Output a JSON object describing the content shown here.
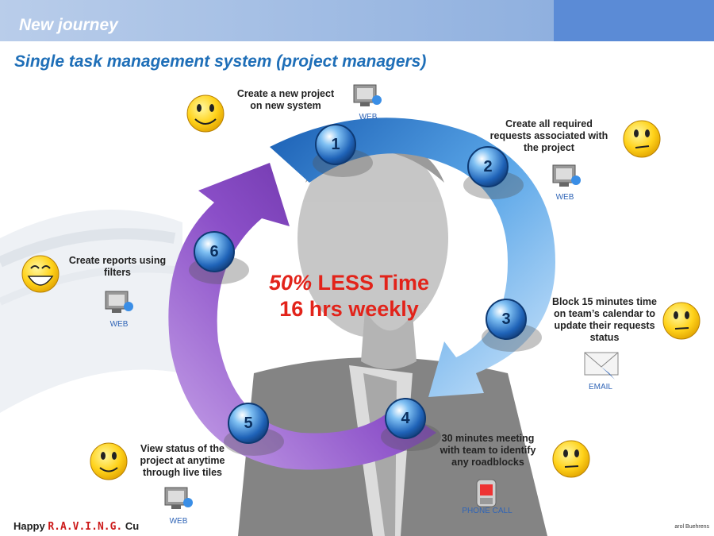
{
  "header": {
    "title": "New journey"
  },
  "subtitle": "Single task management system (project managers)",
  "center": {
    "line1_pct": "50%",
    "line1_rest": " LESS Time",
    "line2": "16 hrs weekly"
  },
  "steps": [
    {
      "num": "1",
      "label": "Create a new project on new system",
      "channel": "WEB"
    },
    {
      "num": "2",
      "label": "Create all required requests associated with the project",
      "channel": "WEB"
    },
    {
      "num": "3",
      "label": "Block 15 minutes time on team’s calendar to update their requests status",
      "channel": "EMAIL"
    },
    {
      "num": "4",
      "label": "30 minutes meeting with team to identify any roadblocks",
      "channel": "PHONE CALL"
    },
    {
      "num": "5",
      "label": "View status of the project at anytime through live tiles",
      "channel": "WEB"
    },
    {
      "num": "6",
      "label": "Create reports using filters",
      "channel": "WEB"
    }
  ],
  "footer": {
    "left_prefix": "Happy ",
    "left_brand": "R.A.V.I.N.G.",
    "left_suffix": " Cu",
    "right": "arol Buehrens"
  },
  "colors": {
    "blue_arrow": "#2f7fd0",
    "purple_arrow": "#8b4fc8",
    "accent_red": "#e2231a",
    "title_blue": "#1f6fb8"
  }
}
